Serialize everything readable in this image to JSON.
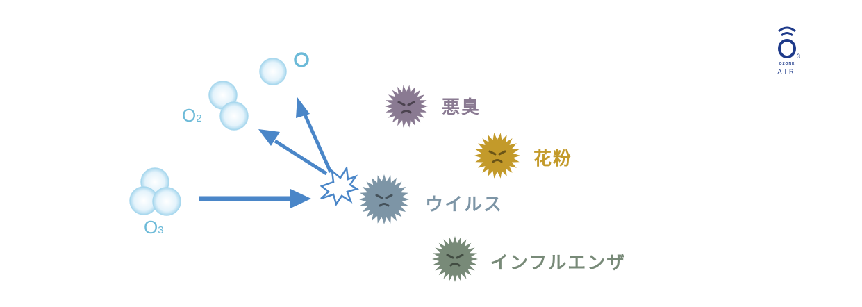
{
  "logo": {
    "brand_top": "OZONE",
    "brand_bottom": "AIR",
    "subscript": "3",
    "color": "#1e3a8a"
  },
  "molecules": {
    "o3_label": "O",
    "o3_sub": "3",
    "o2_label": "O",
    "o2_sub": "2",
    "o_label": "O",
    "color": "#6cbad8"
  },
  "arrow_color": "#4a86c8",
  "targets": [
    {
      "id": "odor",
      "label": "悪臭",
      "color": "#8a7a92",
      "icon": "germ-icon"
    },
    {
      "id": "pollen",
      "label": "花粉",
      "color": "#c39a2a",
      "icon": "germ-icon"
    },
    {
      "id": "virus",
      "label": "ウイルス",
      "color": "#7d95a6",
      "icon": "germ-icon"
    },
    {
      "id": "influenza",
      "label": "インフルエンザ",
      "color": "#788a78",
      "icon": "germ-icon"
    }
  ]
}
